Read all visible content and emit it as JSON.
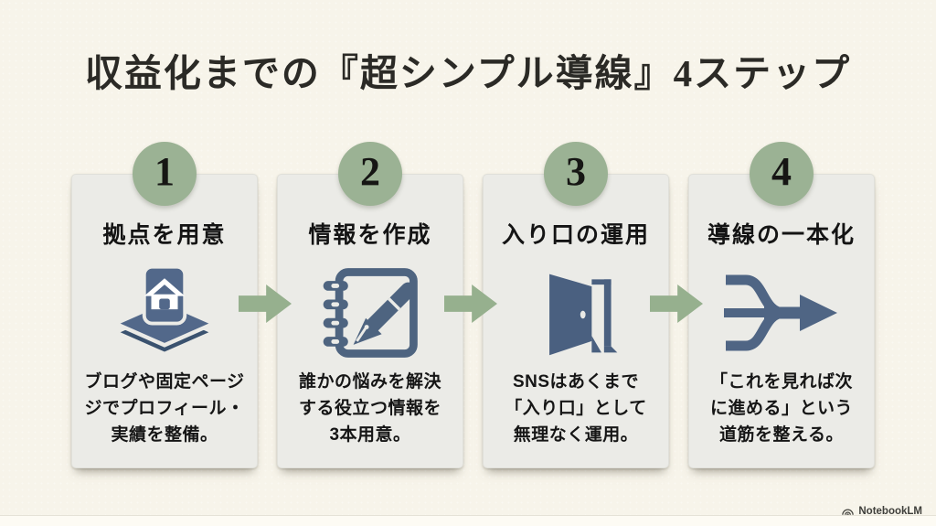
{
  "slide": {
    "title": "収益化までの『超シンプル導線』4ステップ",
    "watermark": "NotebookLM"
  },
  "steps": [
    {
      "number": "1",
      "title": "拠点を用意",
      "icon": "home-base-icon",
      "desc_lines": [
        "ブログや固定ページ",
        "ジでプロフィール・",
        "実績を整備。"
      ]
    },
    {
      "number": "2",
      "title": "情報を作成",
      "icon": "notebook-pen-icon",
      "desc_lines": [
        "誰かの悩みを解決",
        "する役立つ情報を",
        "3本用意。"
      ]
    },
    {
      "number": "3",
      "title": "入り口の運用",
      "icon": "open-door-icon",
      "desc_lines": [
        "SNSはあくまで",
        "「入り口」として",
        "無理なく運用。"
      ]
    },
    {
      "number": "4",
      "title": "導線の一本化",
      "icon": "merge-arrows-icon",
      "desc_lines": [
        "「これを見れば次",
        "に進める」という",
        "道筋を整える。"
      ]
    }
  ],
  "colors": {
    "background": "#f7f4ea",
    "card": "#ebebe7",
    "circle_green": "#9bb294",
    "arrow_green": "#96b08e",
    "icon_slate": "#4e6480",
    "icon_slate_dark": "#3a526f",
    "title_text": "#2b2a26",
    "body_text": "#161616"
  }
}
